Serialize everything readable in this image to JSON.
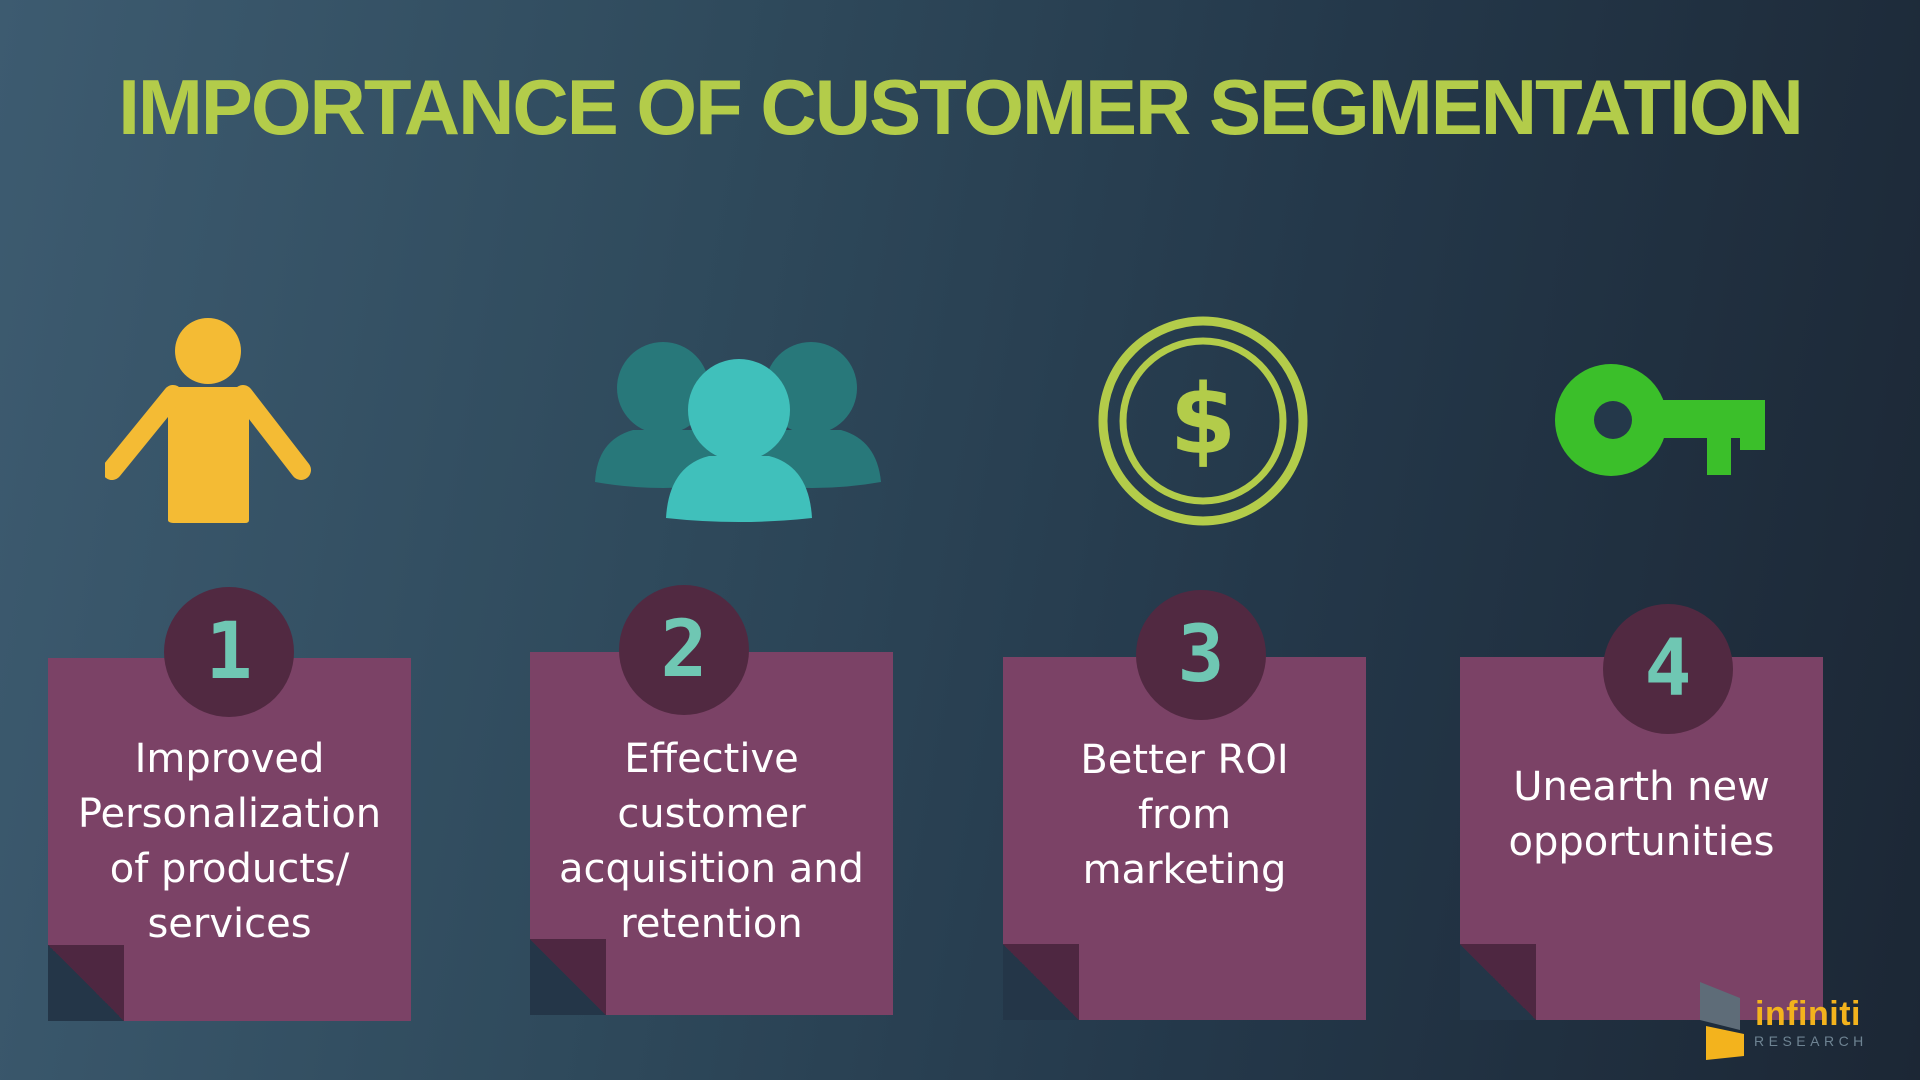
{
  "title": "IMPORTANCE OF CUSTOMER SEGMENTATION",
  "colors": {
    "title": "#b3cc4a",
    "card": "#7b4266",
    "card_fold": "#4e2741",
    "number_circle": "#512941",
    "number_text": "#6fc7b3",
    "person_icon": "#f4bb34",
    "group_icon_back": "#28787a",
    "group_icon_front": "#40c0bb",
    "dollar_icon": "#b3cc4a",
    "key_icon": "#3bbf2a",
    "logo": "#f3b31d"
  },
  "items": [
    {
      "number": "1",
      "icon": "person-icon",
      "lines": [
        "Improved",
        "Personalization",
        "of products/",
        "services"
      ]
    },
    {
      "number": "2",
      "icon": "group-icon",
      "lines": [
        "Effective",
        "customer",
        "acquisition and",
        "retention"
      ]
    },
    {
      "number": "3",
      "icon": "dollar-coin-icon",
      "lines": [
        "Better ROI",
        "from",
        "marketing"
      ]
    },
    {
      "number": "4",
      "icon": "key-icon",
      "lines": [
        "Unearth new",
        "opportunities"
      ]
    }
  ],
  "logo": {
    "word": "infiniti",
    "sub": "RESEARCH"
  }
}
